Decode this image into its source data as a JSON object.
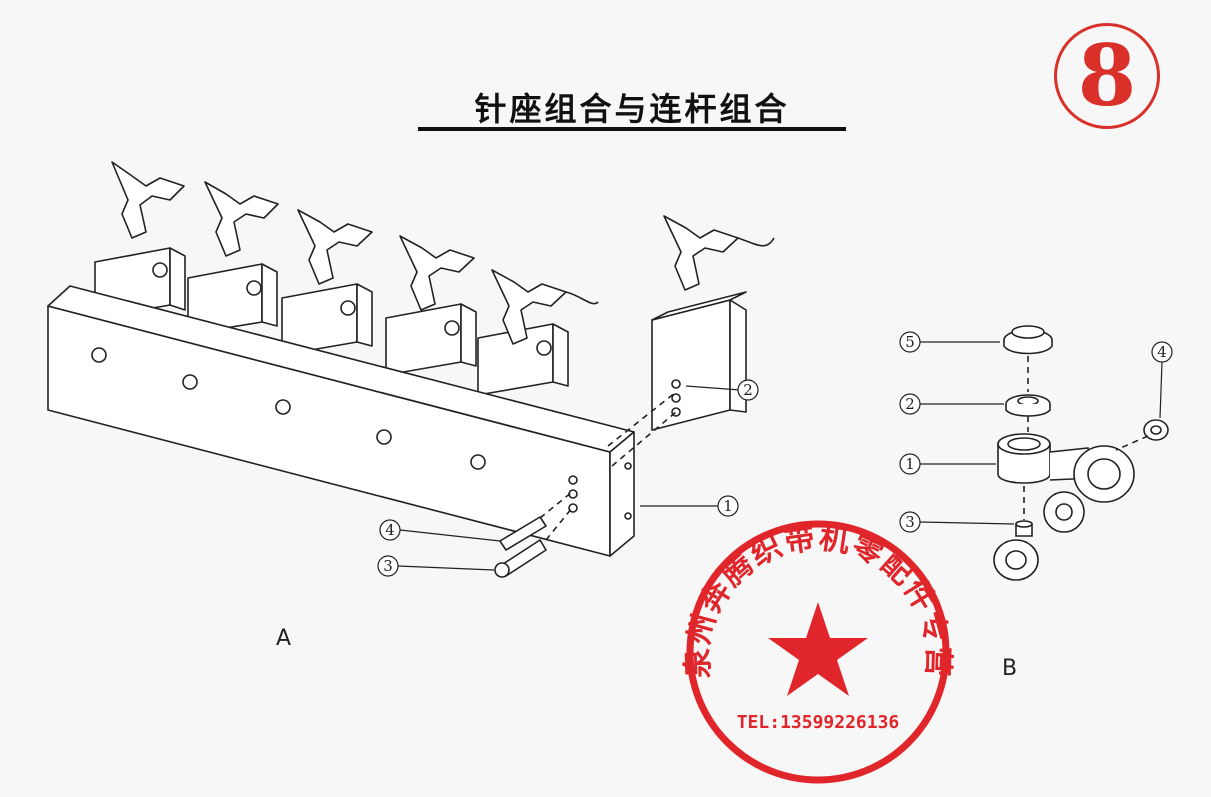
{
  "title": "针座组合与连杆组合",
  "page_number": "8",
  "view_a": {
    "label": "A",
    "callouts": [
      "2",
      "1",
      "4",
      "3"
    ]
  },
  "view_b": {
    "label": "B",
    "callouts": [
      "5",
      "2",
      "1",
      "3",
      "4"
    ]
  },
  "stamp": {
    "company": "泉州奔腾织带机零配件专营",
    "phone": "TEL:13599226136",
    "color": "#e0262a"
  },
  "colors": {
    "line": "#222222",
    "accent": "#d9302a"
  }
}
